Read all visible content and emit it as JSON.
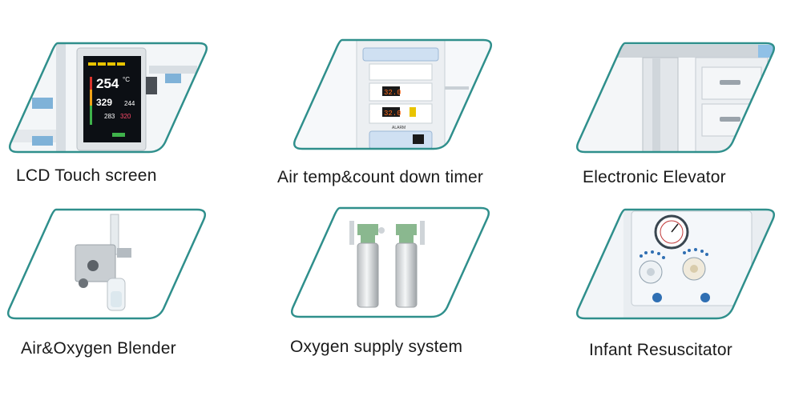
{
  "colors": {
    "frame": "#2f8f8c",
    "text": "#1a1a1a"
  },
  "features": [
    {
      "caption": "LCD Touch screen",
      "icon": "lcd-touch-screen-image",
      "screen": {
        "readout_main": "254",
        "unit": "°C",
        "readout_2": "329",
        "readout_3": "244",
        "readout_4": "283",
        "readout_5": "320"
      }
    },
    {
      "caption": "Air temp&count down timer",
      "icon": "control-panel-image",
      "panel": {
        "readout_1": "32.0",
        "readout_2": "32.0",
        "alarm_label": "ALARM"
      }
    },
    {
      "caption": "Electronic Elevator",
      "icon": "elevator-cabinet-image"
    },
    {
      "caption": "Air&Oxygen Blender",
      "icon": "oxygen-blender-image"
    },
    {
      "caption": "Oxygen supply system",
      "icon": "oxygen-cylinders-image"
    },
    {
      "caption": "Infant Resuscitator",
      "icon": "resuscitator-image"
    }
  ]
}
